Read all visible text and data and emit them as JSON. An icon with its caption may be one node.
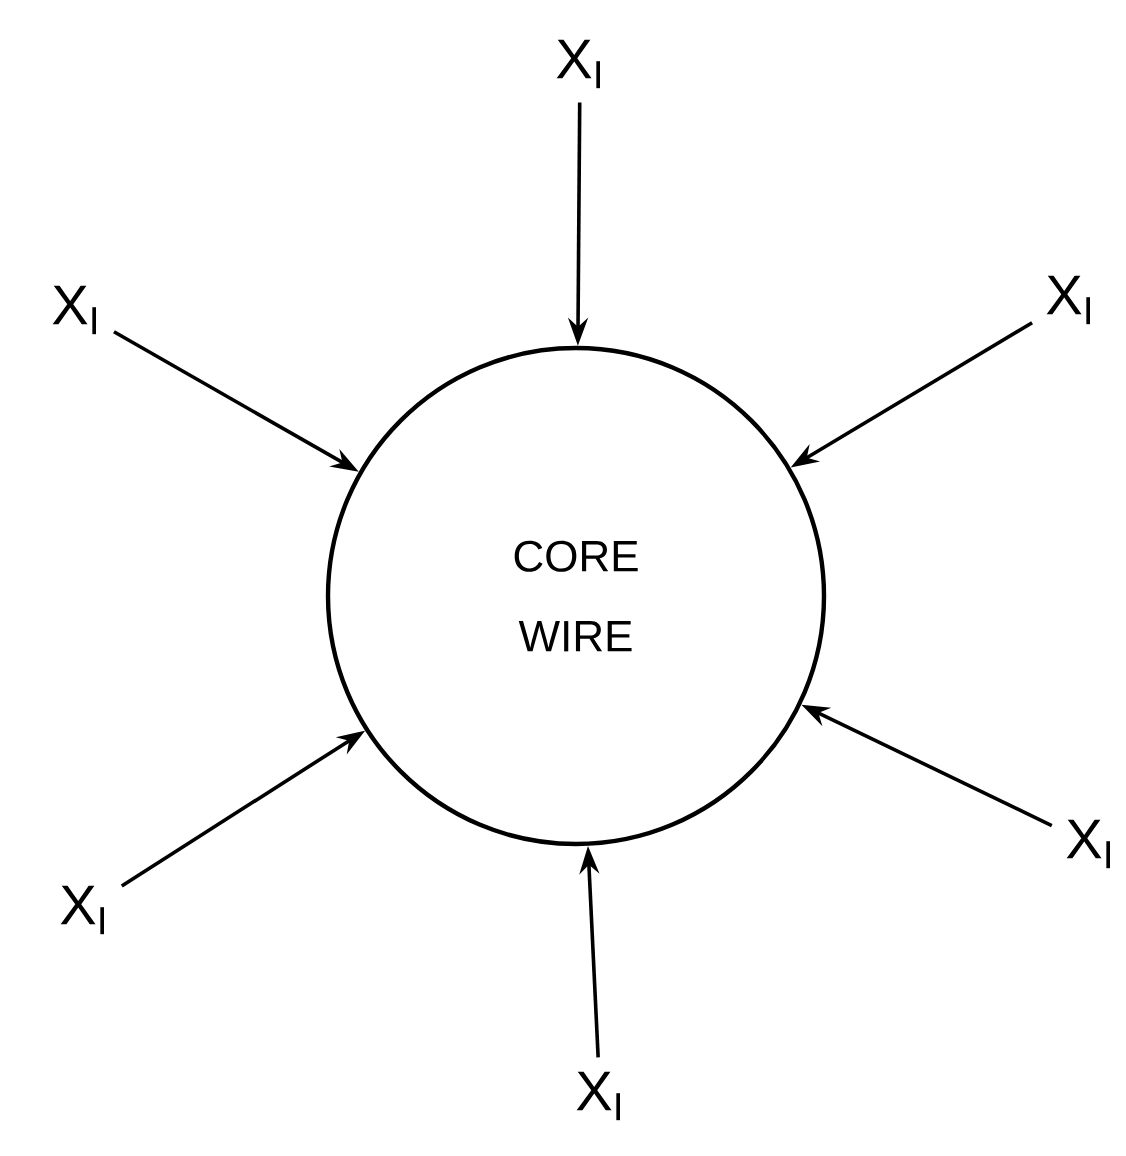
{
  "diagram": {
    "nodes": [
      {
        "text": [
          "CORE WIRE"
        ]
      },
      {
        "text": [
          "X$_{I}$"
        ]
      },
      {
        "text": [
          "X$_{I}$"
        ]
      },
      {
        "text": [
          "X$_{I}$"
        ]
      },
      {
        "text": [
          "X$_{I}$"
        ]
      },
      {
        "text": [
          "X$_{I}$"
        ]
      },
      {
        "text": [
          "X$_{I}$"
        ]
      }
    ],
    "edges": [
      {
        "from": 1,
        "to": 0,
        "arrow": "to"
      },
      {
        "from": 2,
        "to": 0,
        "arrow": "to"
      },
      {
        "from": 3,
        "to": 0,
        "arrow": "to"
      },
      {
        "from": 4,
        "to": 0,
        "arrow": "to"
      },
      {
        "from": 5,
        "to": 0,
        "arrow": "to"
      },
      {
        "from": 6,
        "to": 0,
        "arrow": "to"
      }
    ]
  }
}
